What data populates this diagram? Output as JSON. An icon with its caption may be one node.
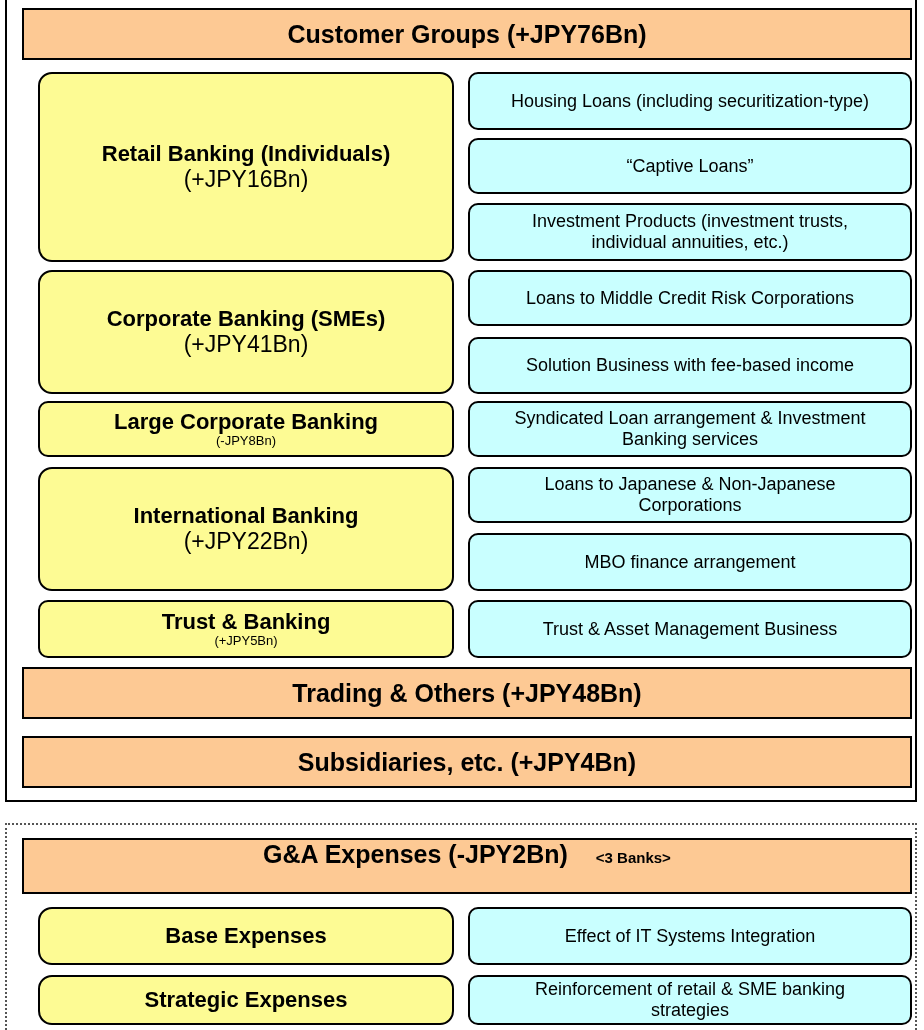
{
  "diagram": {
    "nodes": [
      {
        "text": [],
        "shape": "box"
      },
      {
        "text": [
          "Customer Groups (+JPY76Bn)"
        ],
        "in": 0
      },
      {
        "text": [
          "Retail Banking (Individuals)",
          "(+JPY16Bn)"
        ],
        "in": 0
      },
      {
        "text": [
          "Housing Loans (including securitization-type)"
        ],
        "in": 0
      },
      {
        "text": [
          "“Captive Loans”"
        ],
        "in": 0
      },
      {
        "text": [
          "Investment Products (investment trusts, individual annuities, etc.)"
        ],
        "in": 0
      },
      {
        "text": [
          "Corporate Banking (SMEs)",
          "(+JPY41Bn)"
        ],
        "in": 0
      },
      {
        "text": [
          "Loans to Middle Credit Risk Corporations"
        ],
        "in": 0
      },
      {
        "text": [
          "Solution Business with fee-based income"
        ],
        "in": 0
      },
      {
        "text": [
          "Large Corporate Banking",
          "(-JPY8Bn)"
        ],
        "in": 0
      },
      {
        "text": [
          "Syndicated Loan arrangement & Investment Banking services"
        ],
        "in": 0
      },
      {
        "text": [
          "International Banking",
          "(+JPY22Bn)"
        ],
        "in": 0
      },
      {
        "text": [
          "Loans to Japanese & Non-Japanese Corporations"
        ],
        "in": 0
      },
      {
        "text": [
          "MBO finance arrangement"
        ],
        "in": 0
      },
      {
        "text": [
          "Trust & Banking",
          "(+JPY5Bn)"
        ],
        "in": 0
      },
      {
        "text": [
          "Trust & Asset Management Business"
        ],
        "in": 0
      },
      {
        "text": [
          "Trading & Others (+JPY48Bn)"
        ],
        "in": 0
      },
      {
        "text": [
          "Subsidiaries, etc. (+JPY4Bn)"
        ],
        "in": 0
      },
      {
        "text": [],
        "shape": "box"
      },
      {
        "text": [
          "G&A Expenses (-JPY2Bn)",
          "<3 Banks>"
        ],
        "in": 18
      },
      {
        "text": [
          "Base Expenses"
        ],
        "in": 18
      },
      {
        "text": [
          "Effect of IT Systems Integration"
        ],
        "in": 18
      },
      {
        "text": [
          "Strategic Expenses"
        ],
        "in": 18
      },
      {
        "text": [
          "Reinforcement of retail & SME banking strategies"
        ],
        "in": 18
      }
    ]
  }
}
